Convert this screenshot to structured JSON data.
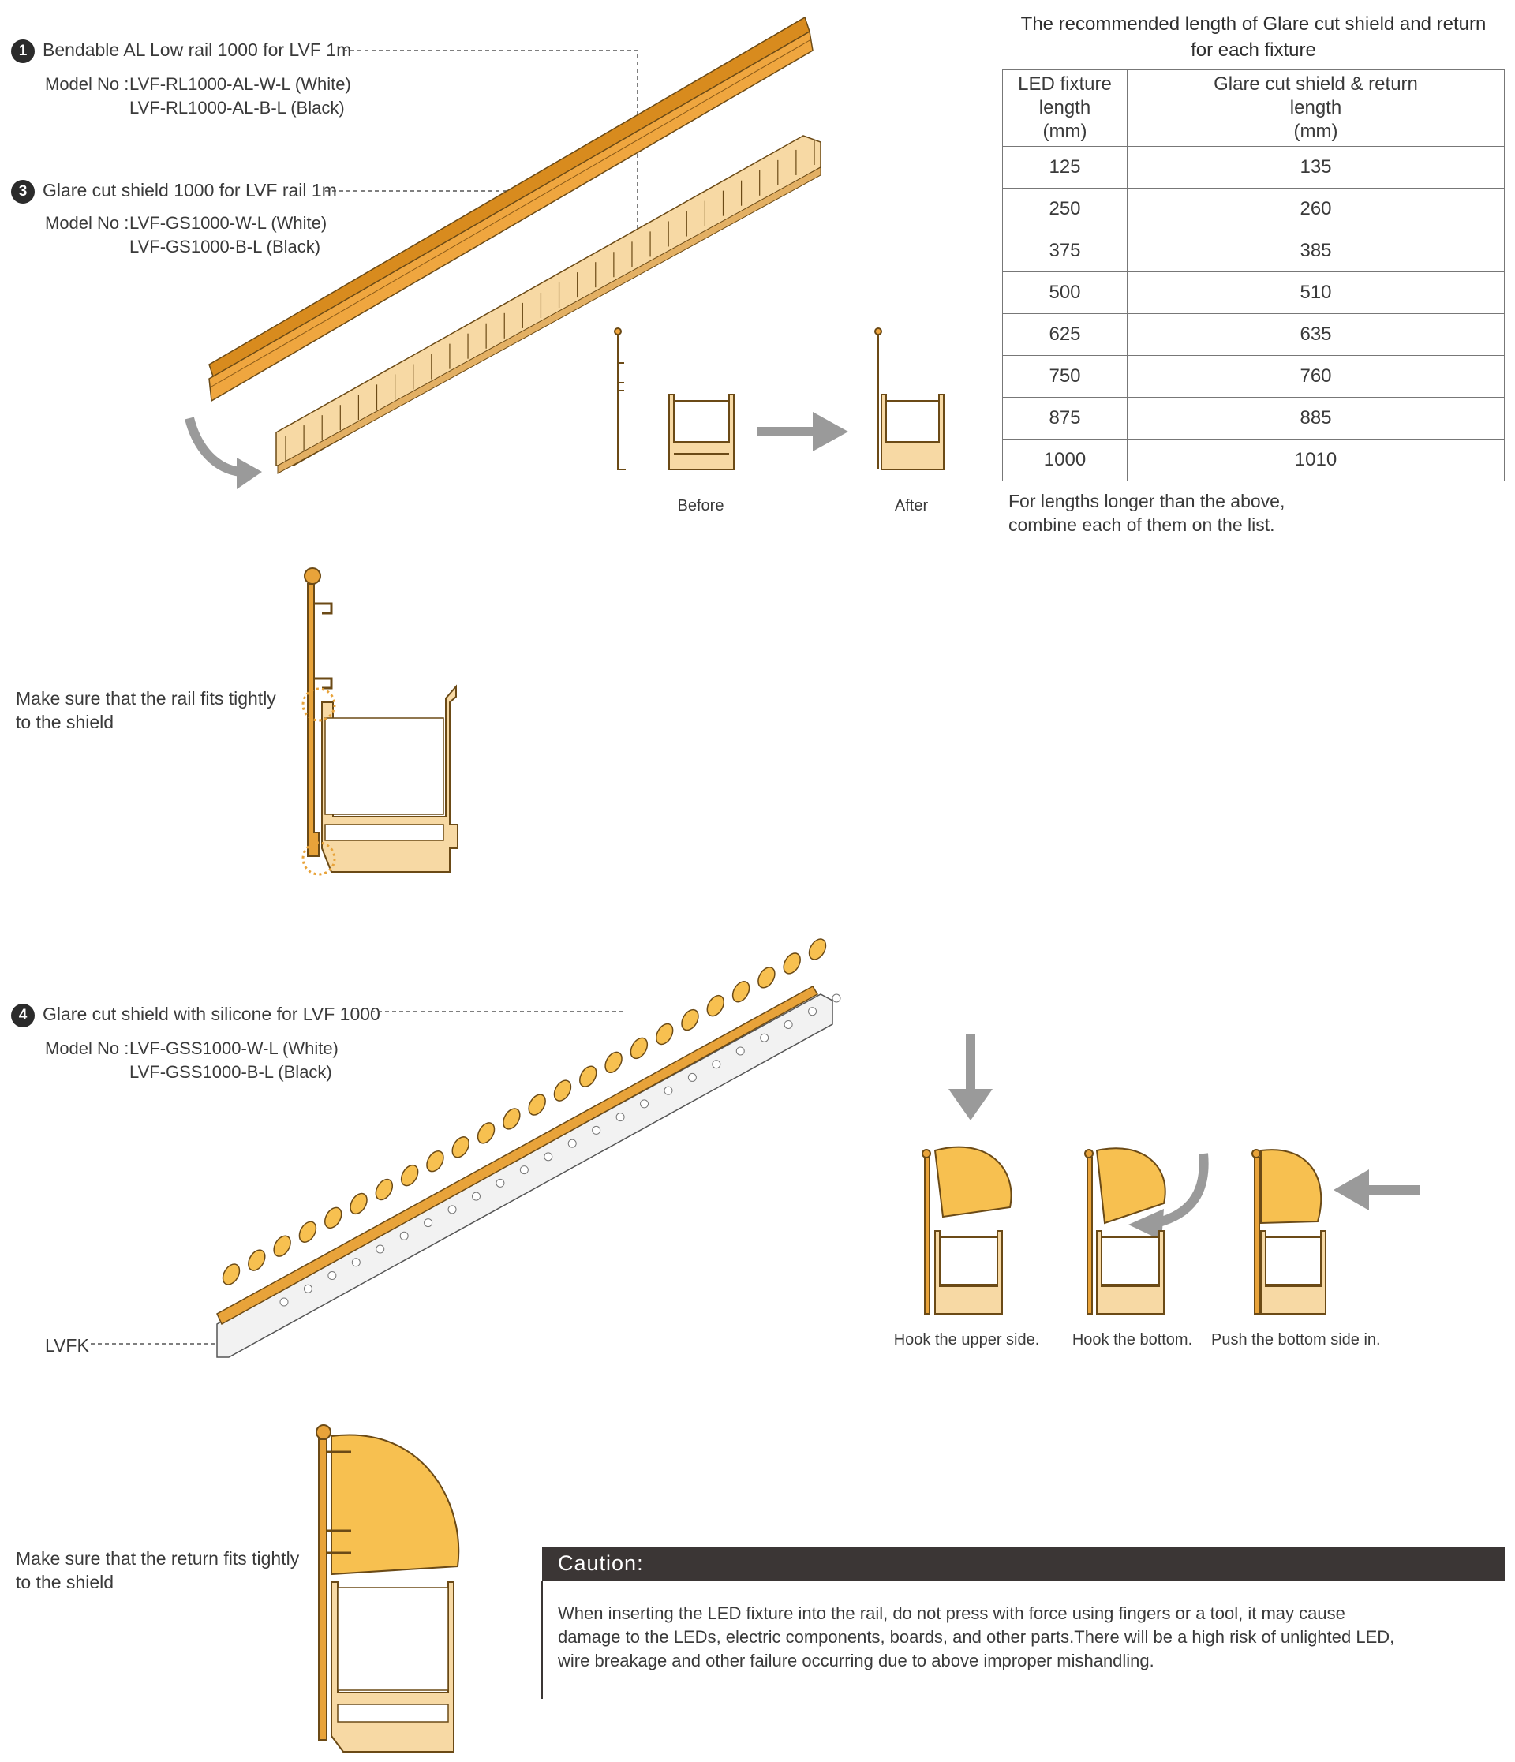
{
  "item1": {
    "number": "1",
    "title": "Bendable AL Low rail 1000 for LVF 1m",
    "model_label": "Model No :",
    "model_white": "LVF-RL1000-AL-W-L (White)",
    "model_black": "LVF-RL1000-AL-B-L (Black)"
  },
  "item3": {
    "number": "3",
    "title": "Glare cut shield 1000 for LVF rail 1m",
    "model_label": "Model No :",
    "model_white": "LVF-GS1000-W-L (White)",
    "model_black": "LVF-GS1000-B-L (Black)"
  },
  "item4": {
    "number": "4",
    "title": "Glare cut shield with silicone for LVF 1000",
    "model_label": "Model No :",
    "model_white": "LVF-GSS1000-W-L (White)",
    "model_black": "LVF-GSS1000-B-L (Black)"
  },
  "captions": {
    "before": "Before",
    "after": "After",
    "hook_upper": "Hook the upper side.",
    "hook_bottom": "Hook the bottom.",
    "push_bottom": "Push the bottom side in.",
    "lvfk": "LVFK"
  },
  "notes": {
    "rail_fit_1": "Make sure that the rail fits tightly",
    "rail_fit_2": "to the shield",
    "return_fit_1": "Make sure that the return fits tightly",
    "return_fit_2": "to the shield"
  },
  "table": {
    "title_1": "The recommended length of Glare cut shield and return",
    "title_2": "for each fixture",
    "header_a": [
      "LED fixture",
      "length",
      "(mm)"
    ],
    "header_b": [
      "Glare cut shield & return",
      "length",
      "(mm)"
    ],
    "rows": [
      [
        "125",
        "135"
      ],
      [
        "250",
        "260"
      ],
      [
        "375",
        "385"
      ],
      [
        "500",
        "510"
      ],
      [
        "625",
        "635"
      ],
      [
        "750",
        "760"
      ],
      [
        "875",
        "885"
      ],
      [
        "1000",
        "1010"
      ]
    ],
    "footnote_1": "For lengths longer than the above,",
    "footnote_2": "combine each of them on the list."
  },
  "caution": {
    "heading": "Caution:",
    "line_1": "When inserting the LED fixture into the rail, do not press with force using fingers or a tool, it may cause",
    "line_2": "damage to the LEDs, electric components, boards, and other parts.There will be a high risk of unlighted LED,",
    "line_3": "wire breakage and other failure occurring due to above improper mishandling."
  },
  "colors": {
    "rail_orange": "#E8A33A",
    "shield_light": "#F7D9A4",
    "outline": "#7A5A26",
    "arrow_gray": "#9A9A9A",
    "caution_bar": "#3B3635"
  }
}
